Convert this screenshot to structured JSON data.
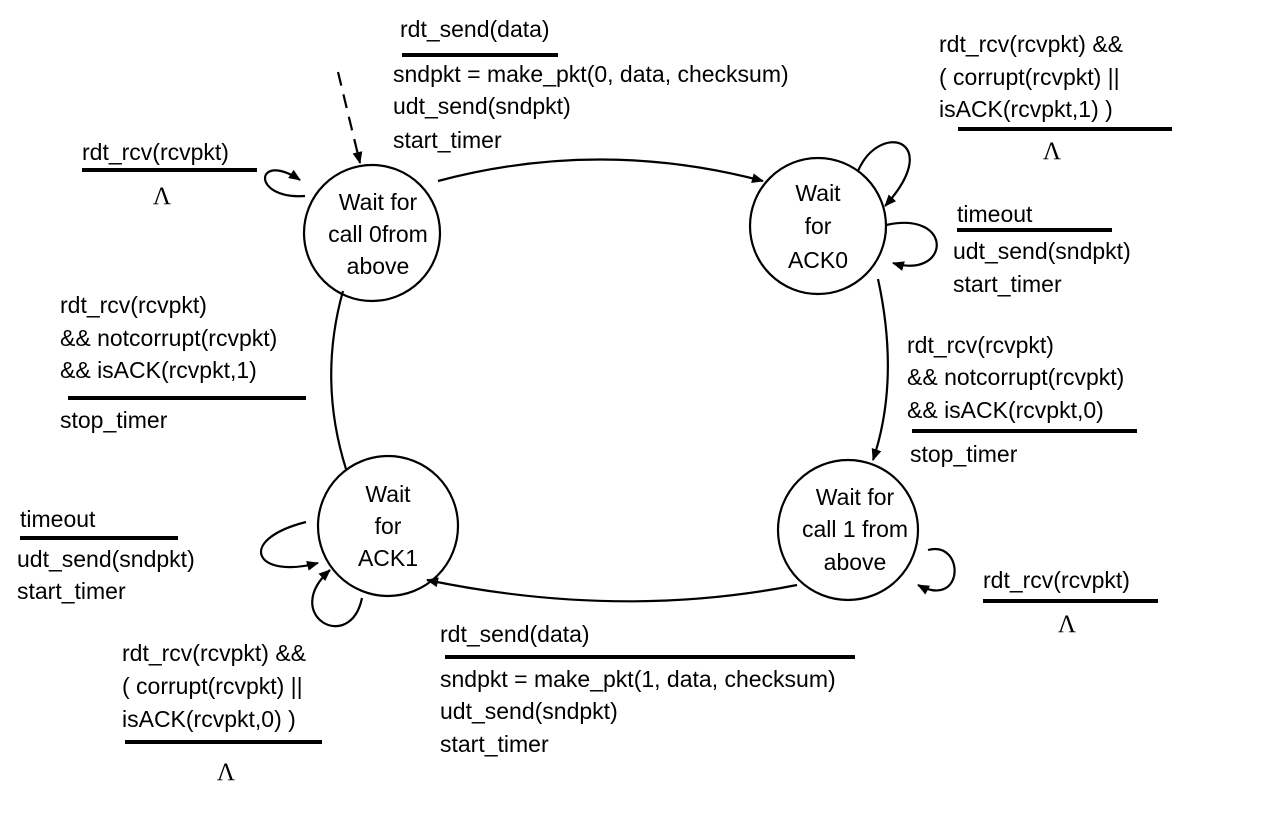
{
  "states": {
    "wait_call0": [
      "Wait for",
      "call 0from",
      "above"
    ],
    "wait_ack0": [
      "Wait",
      "for",
      "ACK0"
    ],
    "wait_call1": [
      "Wait for",
      "call 1 from",
      "above"
    ],
    "wait_ack1": [
      "Wait",
      "for",
      "ACK1"
    ]
  },
  "transitions": {
    "init_self": {
      "event": "rdt_rcv(rcvpkt)",
      "action": "Λ"
    },
    "send0": {
      "event": "rdt_send(data)",
      "actions": [
        "sndpkt = make_pkt(0, data, checksum)",
        "udt_send(sndpkt)",
        "start_timer"
      ]
    },
    "ack0_corrupt": {
      "event": [
        "rdt_rcv(rcvpkt) &&",
        "( corrupt(rcvpkt) ||",
        "isACK(rcvpkt,1) )"
      ],
      "action": "Λ"
    },
    "ack0_timeout": {
      "event": "timeout",
      "actions": [
        "udt_send(sndpkt)",
        "start_timer"
      ]
    },
    "ack0_ok": {
      "event": [
        "rdt_rcv(rcvpkt)",
        "&& notcorrupt(rcvpkt)",
        "&& isACK(rcvpkt,0)"
      ],
      "action": "stop_timer"
    },
    "call1_self": {
      "event": "rdt_rcv(rcvpkt)",
      "action": "Λ"
    },
    "send1": {
      "event": "rdt_send(data)",
      "actions": [
        "sndpkt = make_pkt(1, data, checksum)",
        "udt_send(sndpkt)",
        "start_timer"
      ]
    },
    "ack1_timeout": {
      "event": "timeout",
      "actions": [
        "udt_send(sndpkt)",
        "start_timer"
      ]
    },
    "ack1_corrupt": {
      "event": [
        "rdt_rcv(rcvpkt) &&",
        "( corrupt(rcvpkt) ||",
        "isACK(rcvpkt,0) )"
      ],
      "action": "Λ"
    },
    "ack1_ok": {
      "event": [
        "rdt_rcv(rcvpkt)",
        "&& notcorrupt(rcvpkt)",
        "&& isACK(rcvpkt,1)"
      ],
      "action": "stop_timer"
    }
  }
}
